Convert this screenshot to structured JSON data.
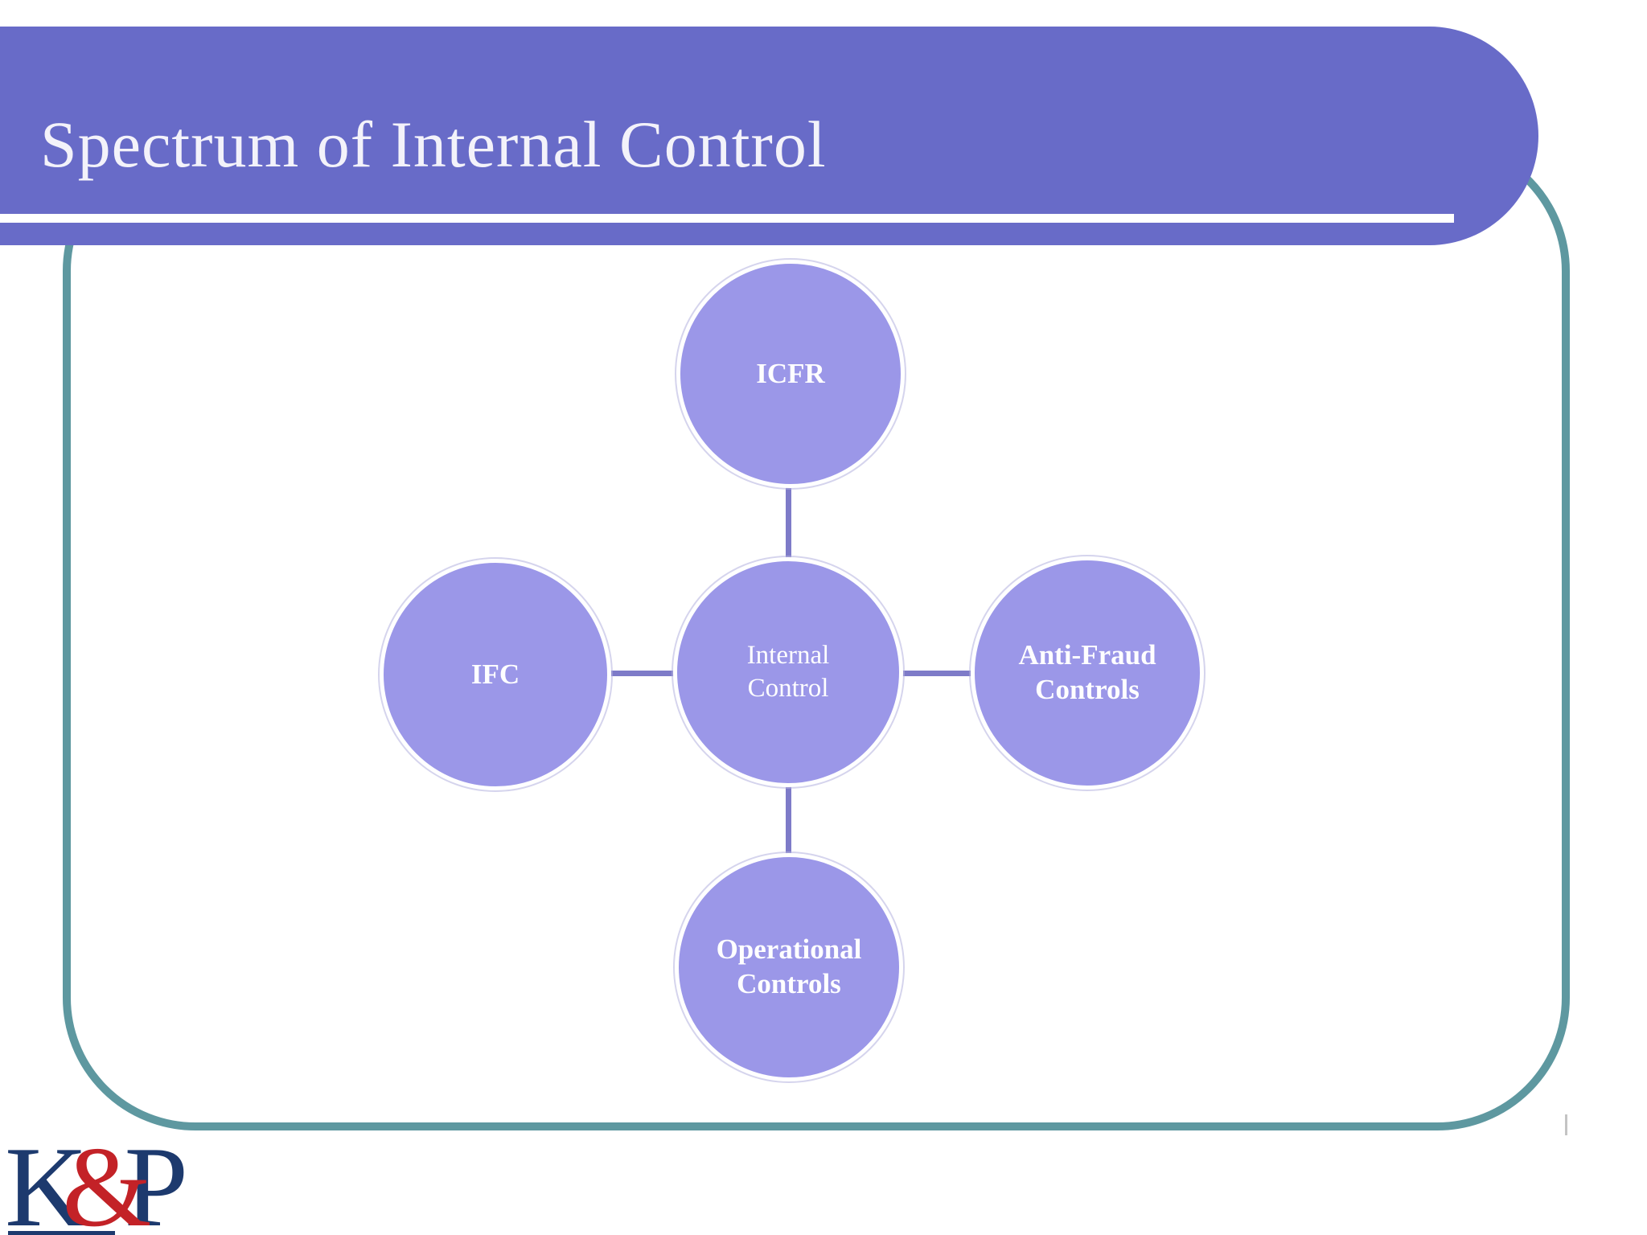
{
  "slide": {
    "title": "Spectrum of Internal Control"
  },
  "diagram": {
    "center_node": {
      "id": "internal_control",
      "label": "Internal\nControl"
    },
    "nodes": [
      {
        "id": "icfr",
        "position": "top",
        "label": "ICFR"
      },
      {
        "id": "ifc",
        "position": "left",
        "label": "IFC"
      },
      {
        "id": "anti_fraud",
        "position": "right",
        "label": "Anti-Fraud\nControls"
      },
      {
        "id": "operational",
        "position": "bottom",
        "label": "Operational\nControls"
      }
    ]
  },
  "logo": {
    "letter_k": "K",
    "ampersand": "&",
    "letter_p": "P"
  },
  "colors": {
    "banner_purple": "#686bc8",
    "title_text": "#f3f2fa",
    "frame_teal": "#5e98a0",
    "node_fill": "#9b97e8",
    "node_text": "#fefeff",
    "connector_purple": "#7e7bc8",
    "logo_navy": "#1d3a6e",
    "logo_red": "#c32227"
  }
}
